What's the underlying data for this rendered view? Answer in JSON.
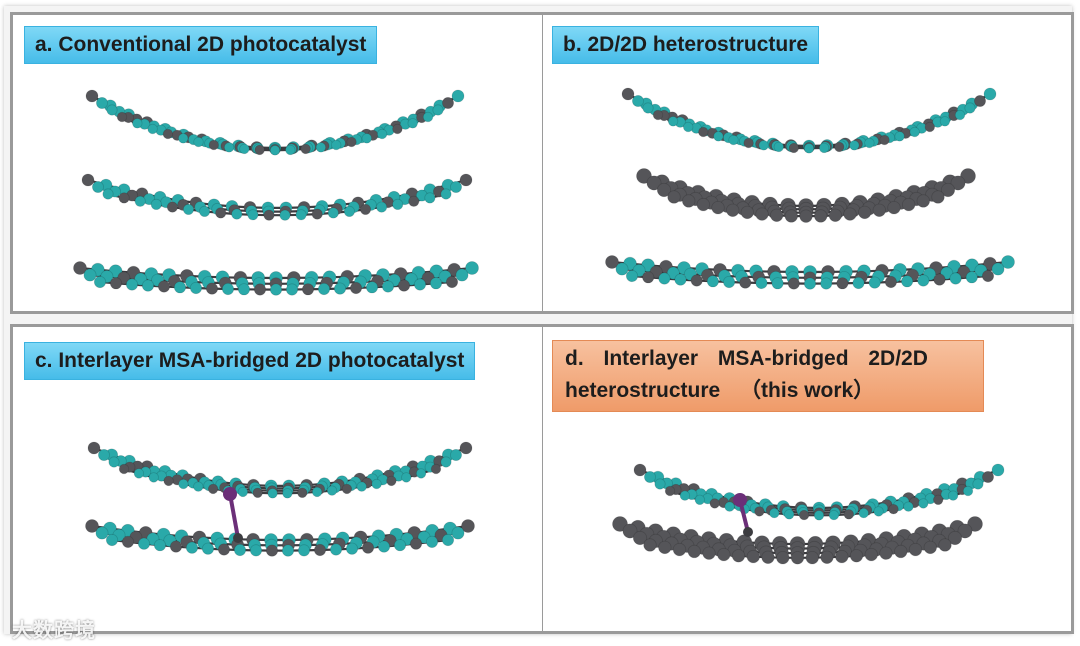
{
  "panels": {
    "a": {
      "label": "a. Conventional 2D photocatalyst"
    },
    "b": {
      "label": "b. 2D/2D heterostructure"
    },
    "c": {
      "label": "c. Interlayer MSA-bridged 2D photocatalyst"
    },
    "d": {
      "label_line1": "d. Interlayer MSA-bridged 2D/2D",
      "label_line2": "heterostructure",
      "label_suffix": "（this work）"
    }
  },
  "watermark": "大数跨境",
  "colors": {
    "teal_atom": "#2aa9a9",
    "gray_atom": "#555559",
    "bridge_atom": "#6b2f78",
    "label_blue": "#46bce9",
    "label_orange": "#ef9b69"
  }
}
